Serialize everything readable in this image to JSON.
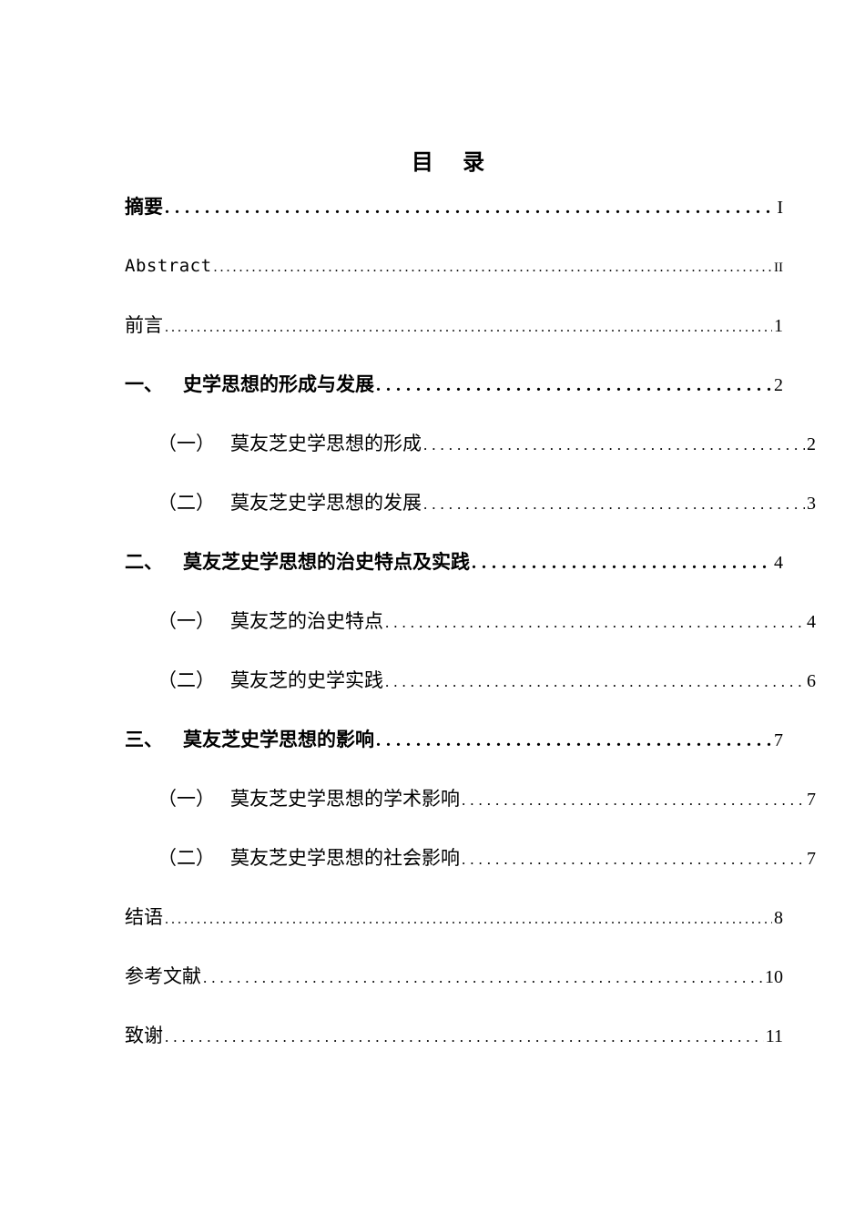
{
  "document": {
    "title": "目 录",
    "toc": [
      {
        "number": "",
        "label": "摘要",
        "page": "I",
        "level": 0,
        "bold": true
      },
      {
        "number": "",
        "label": "Abstract",
        "page": "II",
        "level": 0,
        "bold": false
      },
      {
        "number": "",
        "label": "前言",
        "page": "1",
        "level": 0,
        "bold": false
      },
      {
        "number": "一、",
        "label": "史学思想的形成与发展",
        "page": "2",
        "level": 1,
        "bold": true
      },
      {
        "number": "（一）",
        "label": "莫友芝史学思想的形成",
        "page": "2",
        "level": 2,
        "bold": false
      },
      {
        "number": "（二）",
        "label": "莫友芝史学思想的发展",
        "page": "3",
        "level": 2,
        "bold": false
      },
      {
        "number": "二、",
        "label": "莫友芝史学思想的治史特点及实践",
        "page": "4",
        "level": 1,
        "bold": true
      },
      {
        "number": "（一）",
        "label": "莫友芝的治史特点",
        "page": "4",
        "level": 2,
        "bold": false
      },
      {
        "number": "（二）",
        "label": "莫友芝的史学实践",
        "page": "6",
        "level": 2,
        "bold": false
      },
      {
        "number": "三、",
        "label": "莫友芝史学思想的影响",
        "page": "7",
        "level": 1,
        "bold": true
      },
      {
        "number": "（一）",
        "label": "莫友芝史学思想的学术影响",
        "page": "7",
        "level": 2,
        "bold": false
      },
      {
        "number": "（二）",
        "label": "莫友芝史学思想的社会影响",
        "page": "7",
        "level": 2,
        "bold": false
      },
      {
        "number": "",
        "label": "结语",
        "page": "8",
        "level": 0,
        "bold": false
      },
      {
        "number": "",
        "label": "参考文献",
        "page": "10",
        "level": 0,
        "bold": false
      },
      {
        "number": "",
        "label": "致谢",
        "page": "11",
        "level": 0,
        "bold": false
      }
    ]
  }
}
